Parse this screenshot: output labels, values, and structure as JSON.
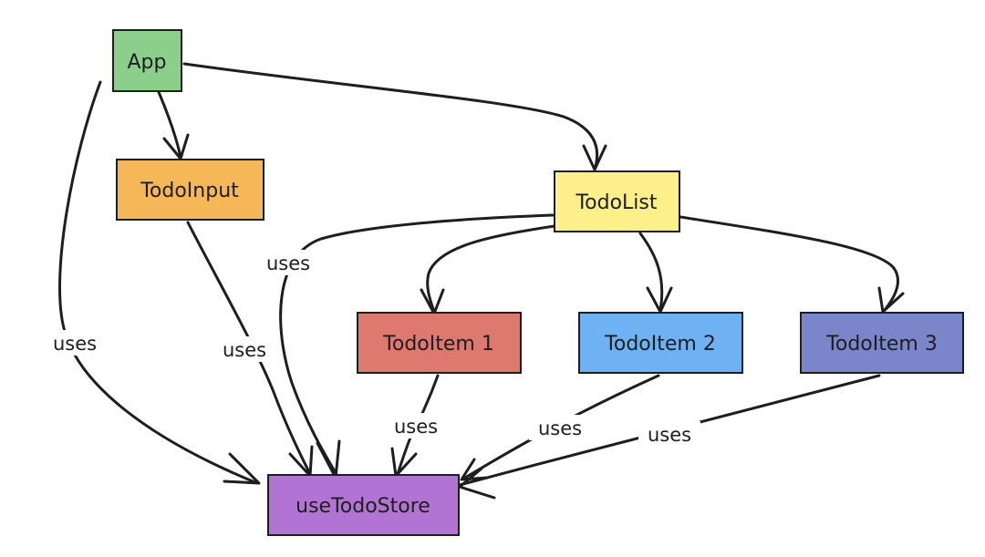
{
  "nodes": {
    "app": {
      "label": "App",
      "color": "#8ccf8a"
    },
    "todo_input": {
      "label": "TodoInput",
      "color": "#f6b758"
    },
    "todo_list": {
      "label": "TodoList",
      "color": "#fdf08a"
    },
    "todo_item_1": {
      "label": "TodoItem 1",
      "color": "#de7970"
    },
    "todo_item_2": {
      "label": "TodoItem 2",
      "color": "#6fb2f3"
    },
    "todo_item_3": {
      "label": "TodoItem 3",
      "color": "#7a86c9"
    },
    "use_todo_store": {
      "label": "useTodoStore",
      "color": "#b274d2"
    }
  },
  "edge_labels": {
    "app_uses": "uses",
    "input_uses": "uses",
    "list_uses": "uses",
    "item1_uses": "uses",
    "item2_uses": "uses",
    "item3_uses": "uses"
  }
}
